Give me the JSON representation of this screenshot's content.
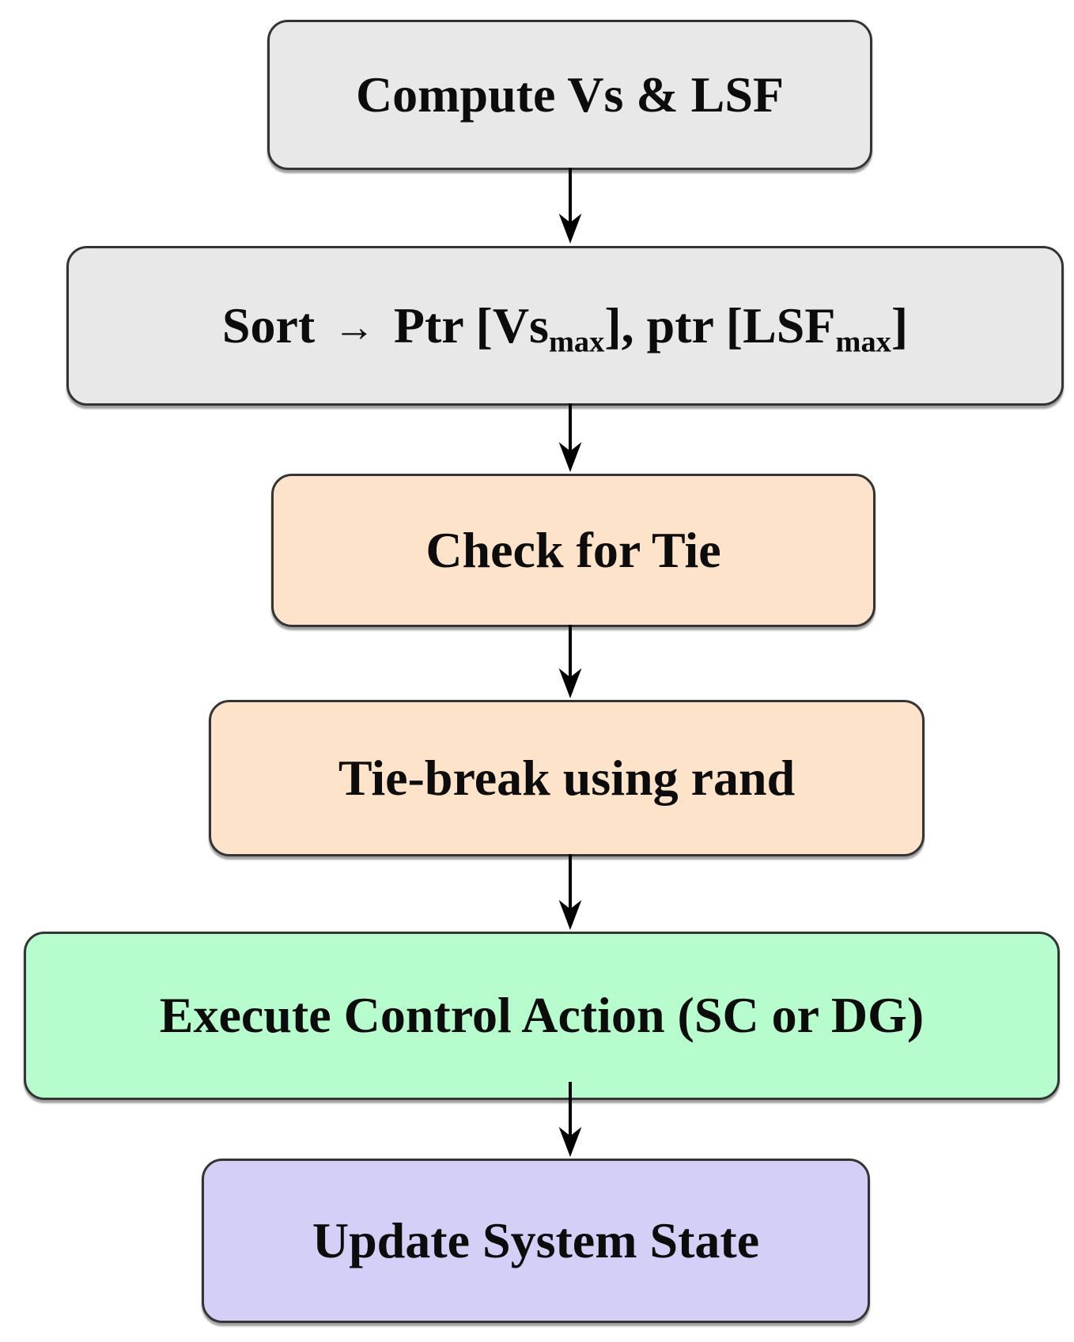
{
  "page": {
    "background": "#ffffff"
  },
  "flowchart": {
    "arrow_color": "#000000",
    "border_color": "#343434",
    "text_color": "#0c0c0c",
    "nodes": {
      "compute": {
        "label": "Compute Vs & LSF",
        "fill": "#e9e8e8"
      },
      "sort": {
        "fill": "#e9e8e8",
        "part1": "Sort",
        "arrow_glyph": "→",
        "part2": "Ptr [Vs",
        "sub1": "max",
        "part3": "], ptr [LSF",
        "sub2": "max",
        "part4": "]"
      },
      "check_tie": {
        "label": "Check for Tie",
        "fill": "#fde3c9"
      },
      "tie_break": {
        "label": "Tie-break using rand",
        "fill": "#fde3c9"
      },
      "execute": {
        "label": "Execute Control Action (SC or DG)",
        "fill": "#b6fccd"
      },
      "update": {
        "label": "Update System State",
        "fill": "#d3cff7"
      }
    }
  }
}
